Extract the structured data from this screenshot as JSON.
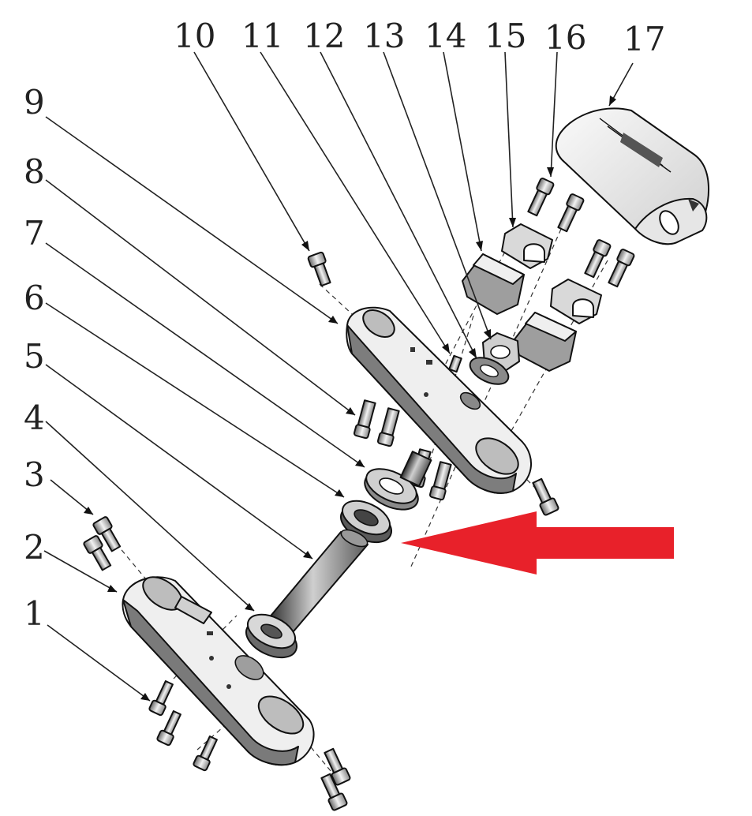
{
  "callouts": [
    {
      "id": 1,
      "label": "1"
    },
    {
      "id": 2,
      "label": "2"
    },
    {
      "id": 3,
      "label": "3"
    },
    {
      "id": 4,
      "label": "4"
    },
    {
      "id": 5,
      "label": "5"
    },
    {
      "id": 6,
      "label": "6"
    },
    {
      "id": 7,
      "label": "7"
    },
    {
      "id": 8,
      "label": "8"
    },
    {
      "id": 9,
      "label": "9"
    },
    {
      "id": 10,
      "label": "10"
    },
    {
      "id": 11,
      "label": "11"
    },
    {
      "id": 12,
      "label": "12"
    },
    {
      "id": 13,
      "label": "13"
    },
    {
      "id": 14,
      "label": "14"
    },
    {
      "id": 15,
      "label": "15"
    },
    {
      "id": 16,
      "label": "16"
    },
    {
      "id": 17,
      "label": "17"
    }
  ],
  "colors": {
    "ink": "#111111",
    "fill_light": "#f4f4f4",
    "fill_mid": "#bdbdbd",
    "fill_dark": "#7a7a7a",
    "highlight_arrow": "#e8212a"
  },
  "highlight": {
    "target_callout": 6
  }
}
